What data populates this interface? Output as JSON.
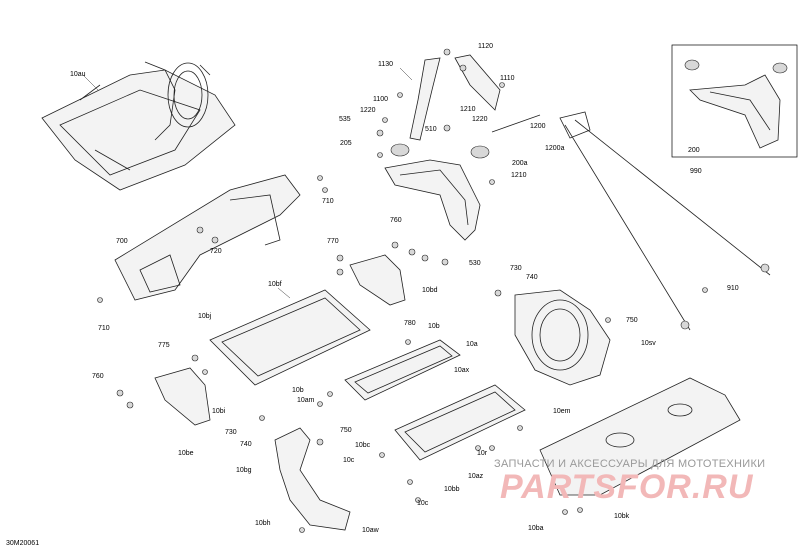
{
  "diagram": {
    "reference_code": "30M20061",
    "callouts": [
      "10au",
      "1120",
      "1130",
      "1110",
      "1100",
      "1210",
      "1220",
      "535",
      "1220",
      "510",
      "1200",
      "205",
      "1200a",
      "200a",
      "1210",
      "200",
      "990",
      "710",
      "700",
      "720",
      "760",
      "770",
      "530",
      "730",
      "740",
      "910",
      "10bf",
      "10bd",
      "750",
      "10sv",
      "10bj",
      "780",
      "10b",
      "775",
      "10a",
      "760",
      "10ax",
      "10be",
      "10bi",
      "10b",
      "10am",
      "10em",
      "730",
      "740",
      "750",
      "10bc",
      "10r",
      "10bg",
      "10c",
      "10az",
      "10c",
      "10bb",
      "10ba",
      "10bk",
      "10bh",
      "10aw",
      "710"
    ]
  },
  "watermark": {
    "tagline": "ЗАПЧАСТИ И АКСЕССУАРЫ ДЛЯ МОТОТЕХНИКИ",
    "logo": "PARTSFOR.RU",
    "color": "#f2b8b8"
  }
}
